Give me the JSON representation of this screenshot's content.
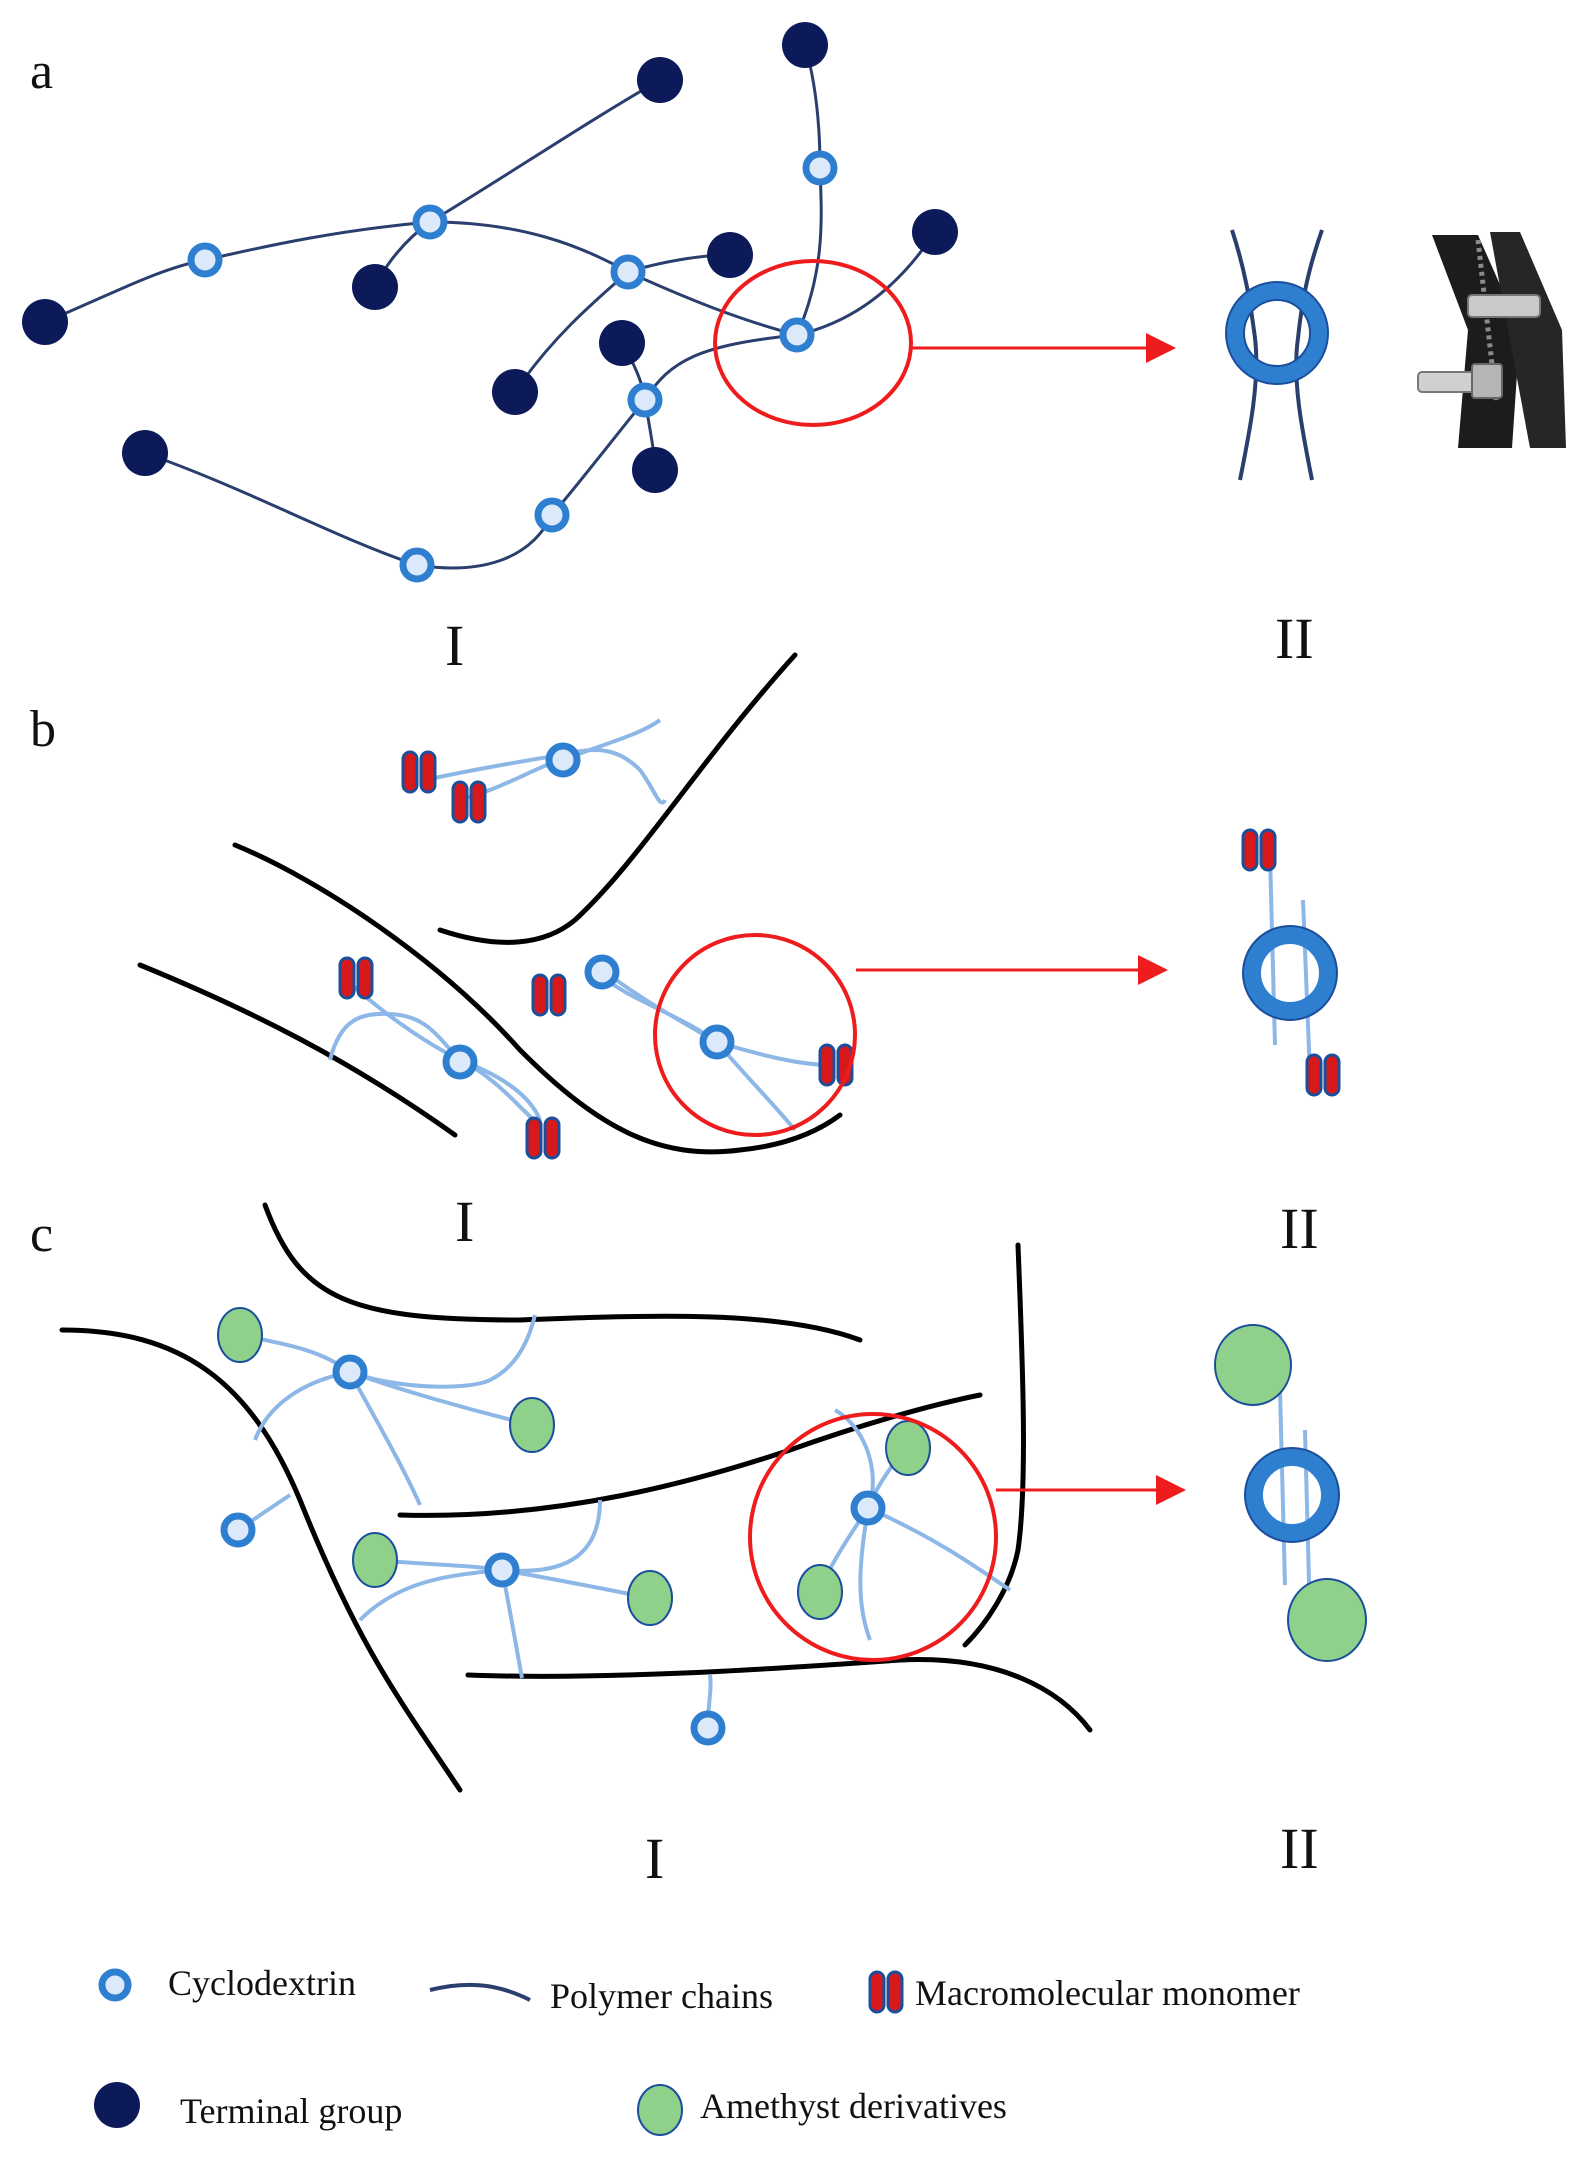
{
  "panels": [
    {
      "letter": "a",
      "stage_left": "I",
      "stage_right": "II"
    },
    {
      "letter": "b",
      "stage_left": "I",
      "stage_right": "II"
    },
    {
      "letter": "c",
      "stage_left": "I",
      "stage_right": "II"
    }
  ],
  "legend": {
    "cyclodextrin": "Cyclodextrin",
    "polymer_chains": "Polymer chains",
    "macromolecular_monomer": "Macromolecular monomer",
    "terminal_group": "Terminal group",
    "amethyst_derivatives": "Amethyst derivatives"
  },
  "colors": {
    "terminal_group": "#0c1a5a",
    "cyclodextrin": "#2f7fd0",
    "cyclodextrin_dark": "#1b4f9c",
    "polymer_chain_a": "#2a3f6e",
    "polymer_chain_bc": "#8db7e6",
    "backbone": "#000000",
    "highlight": "#ee1c1c",
    "monomer": "#d7191c",
    "amethyst": "#8fd08a"
  },
  "icons": {
    "zipper": "zipper-photo-icon"
  }
}
